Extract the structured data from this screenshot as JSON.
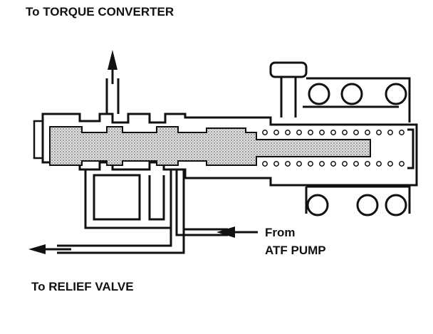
{
  "labels": {
    "to_torque_converter": "To TORQUE CONVERTER",
    "from": "From",
    "atf_pump": "ATF PUMP",
    "to_relief_valve": "To RELIEF VALVE"
  },
  "colors": {
    "line": "#111111",
    "fluid": "#cfcfcf",
    "background": "#ffffff"
  }
}
